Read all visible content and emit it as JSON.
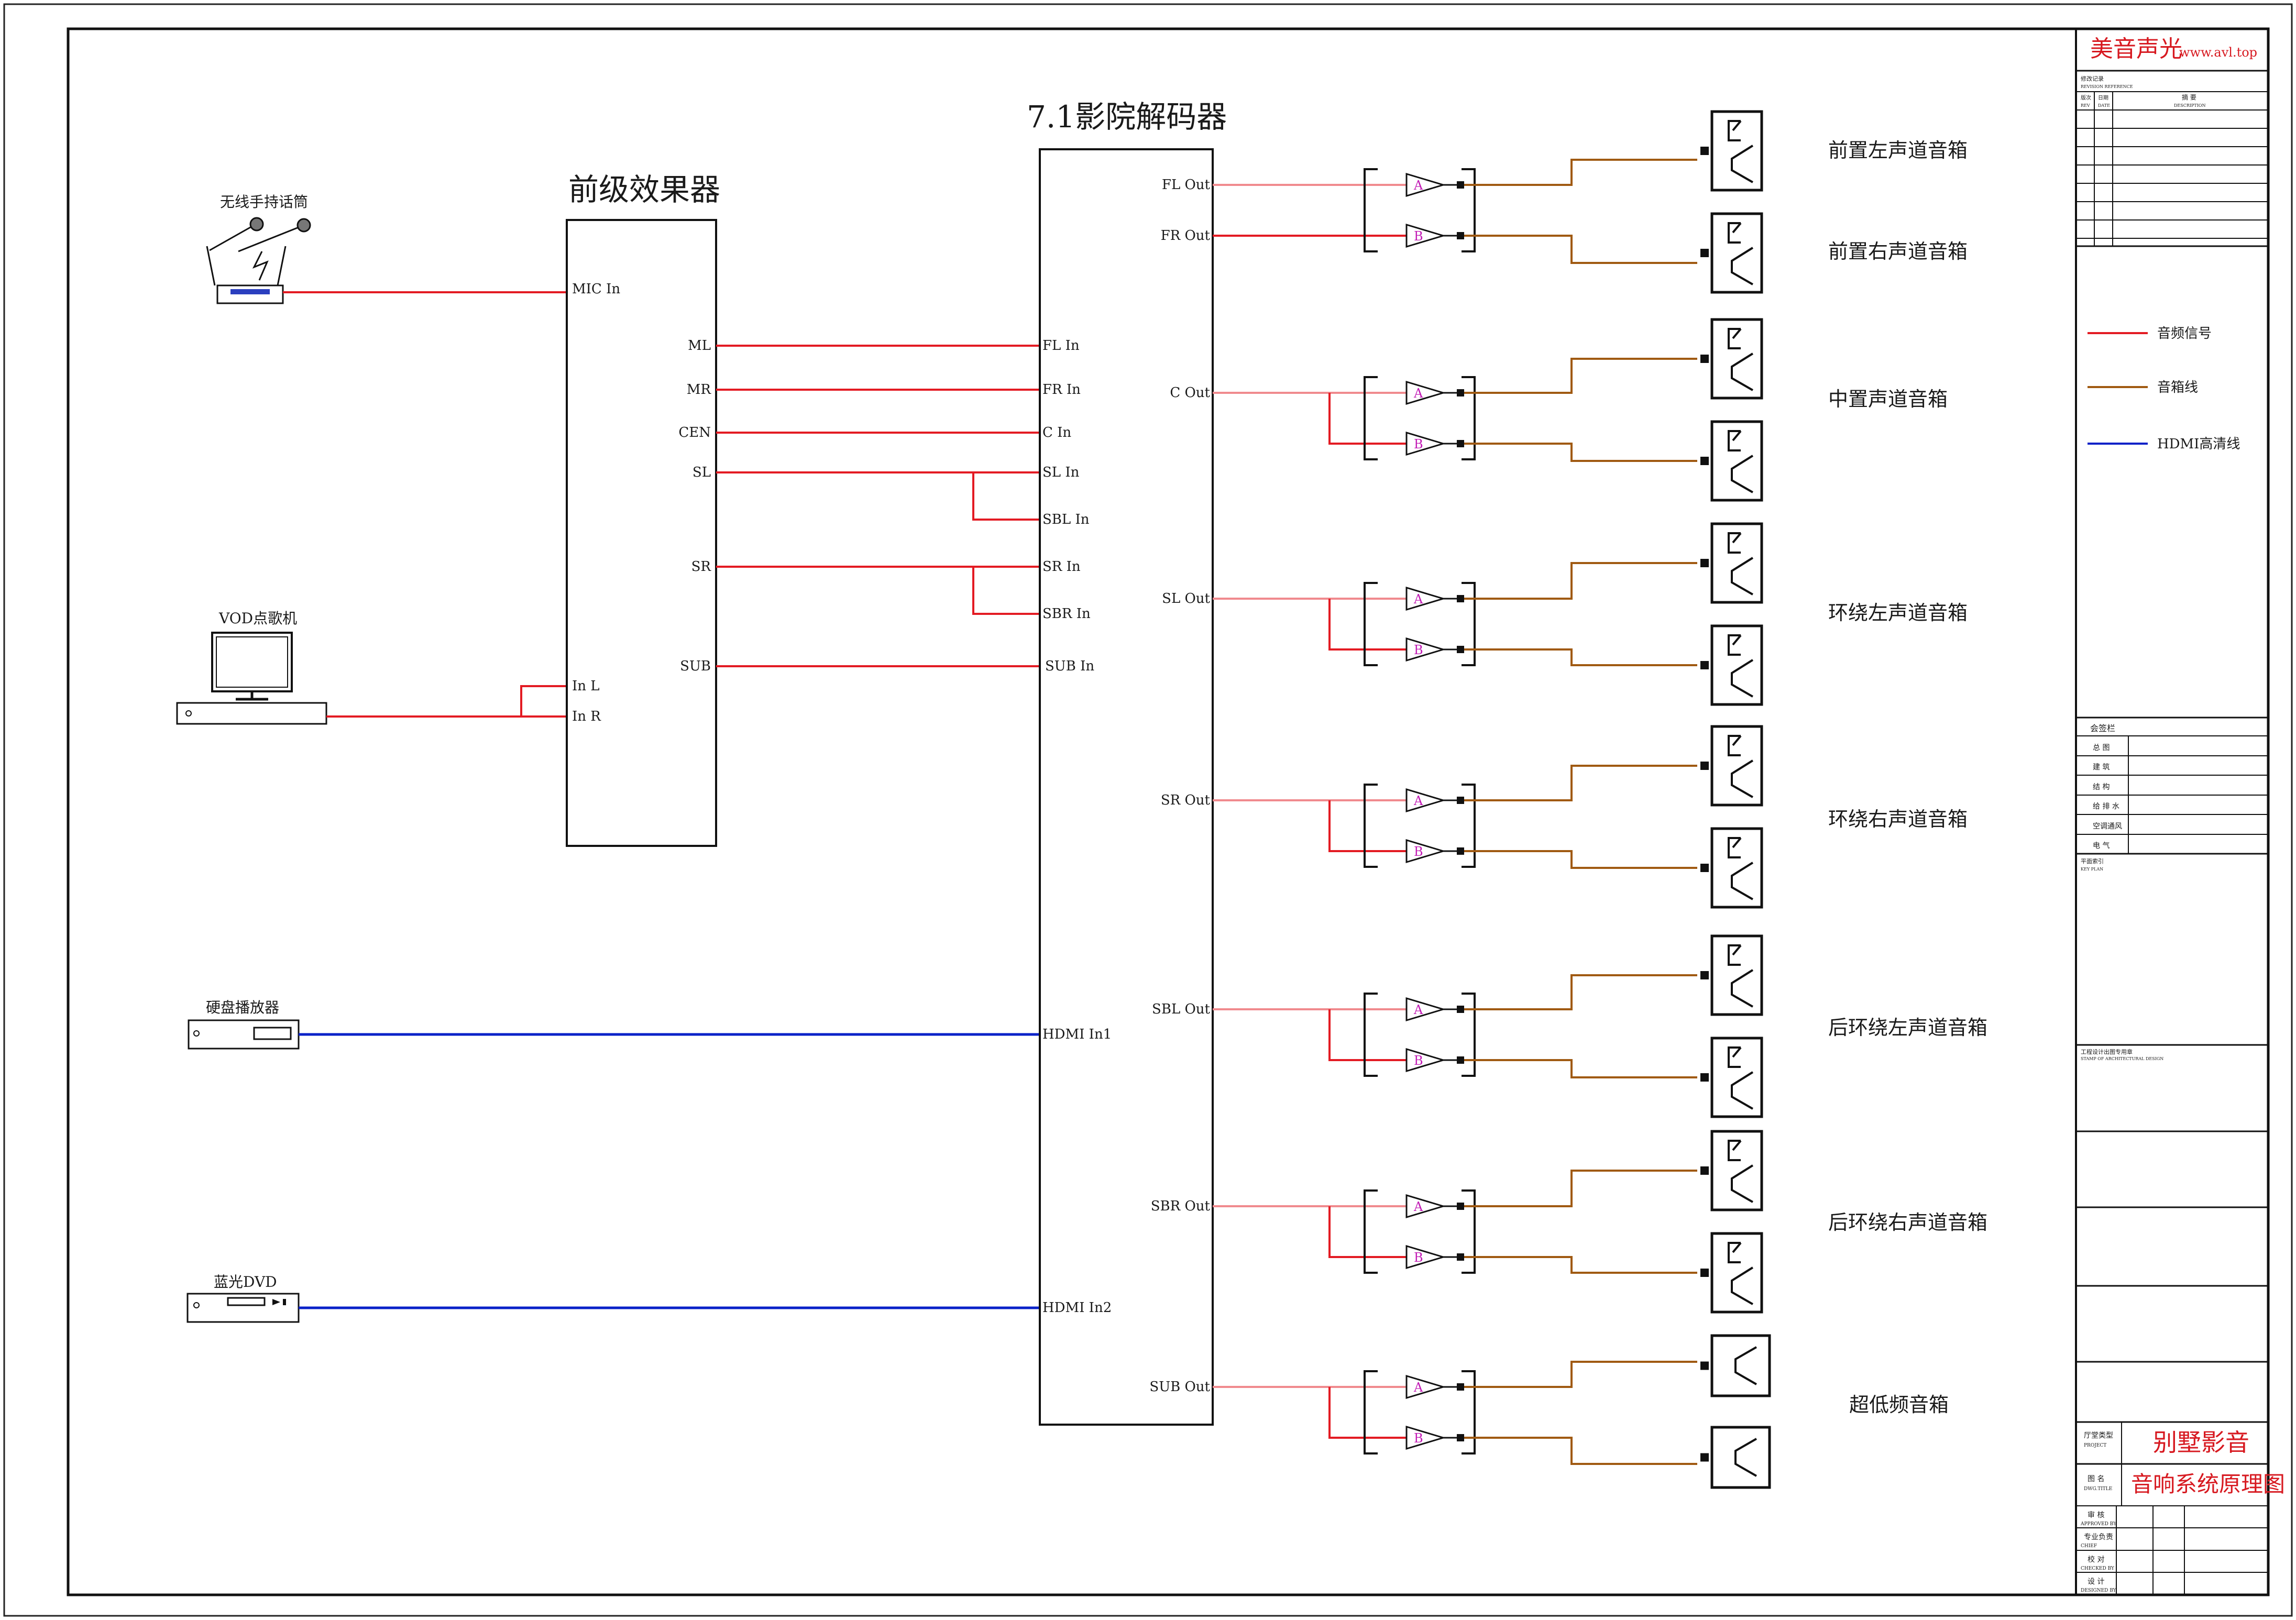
{
  "title_block": {
    "brand": "美音声光",
    "website": "www.avl.top",
    "revision": {
      "title": "修改记录",
      "subtitle": "REVISION REFERENCE",
      "col_rev": "版次",
      "col_rev_en": "REV",
      "col_date": "日期",
      "col_date_en": "DATE",
      "col_desc": "摘 要",
      "col_desc_en": "DESCRIPTION"
    },
    "legend": [
      {
        "label": "音频信号",
        "color": "#e31b23"
      },
      {
        "label": "音箱线",
        "color": "#a05a12"
      },
      {
        "label": "HDMI高清线",
        "color": "#0a22c8"
      }
    ],
    "sign_title": "会签栏",
    "sign_rows": [
      "总 图",
      "建 筑",
      "结 构",
      "给 排 水",
      "空调通风",
      "电 气"
    ],
    "key_plan": "平面索引",
    "key_plan_en": "KEY PLAN",
    "stamp": "工程设计出图专用章",
    "stamp_en": "STAMP OF ARCHITECTURAL DESIGN",
    "project_label": "厅堂类型",
    "project_label_en": "PROJECT",
    "project_value": "别墅影音",
    "dwg_label": "图 名",
    "dwg_label_en": "DWG.TITLE",
    "dwg_value": "音响系统原理图",
    "approval_rows": [
      {
        "label": "审 核",
        "en": "APPROVED BY"
      },
      {
        "label": "专业负责",
        "en": "CHIEF"
      },
      {
        "label": "校 对",
        "en": "CHECKED BY"
      },
      {
        "label": "设 计",
        "en": "DESIGNED BY"
      }
    ]
  },
  "sources": {
    "mic": "无线手持话筒",
    "vod": "VOD点歌机",
    "hdd": "硬盘播放器",
    "bluray": "蓝光DVD"
  },
  "preamp": {
    "title": "前级效果器",
    "mic_in": "MIC In",
    "in_l": "In L",
    "in_r": "In R",
    "outputs": [
      "ML",
      "MR",
      "CEN",
      "SL",
      "SR",
      "SUB"
    ]
  },
  "decoder": {
    "title": "7.1影院解码器",
    "inputs": [
      "FL In",
      "FR In",
      "C In",
      "SL In",
      "SBL In",
      "SR In",
      "SBR In",
      "SUB In"
    ],
    "hdmi_inputs": [
      "HDMI In1",
      "HDMI In2"
    ],
    "outputs": [
      "FL Out",
      "FR Out",
      "C Out",
      "SL Out",
      "SR Out",
      "SBL Out",
      "SBR Out",
      "SUB Out"
    ]
  },
  "amp_labels": [
    "A",
    "B"
  ],
  "speaker_groups": [
    {
      "label": "前置左声道音箱"
    },
    {
      "label": "前置右声道音箱"
    },
    {
      "label": "中置声道音箱"
    },
    {
      "label": "环绕左声道音箱"
    },
    {
      "label": "环绕右声道音箱"
    },
    {
      "label": "后环绕左声道音箱"
    },
    {
      "label": "后环绕右声道音箱"
    },
    {
      "label": "超低频音箱"
    }
  ],
  "colors": {
    "audio": "#e31b23",
    "audio_light": "#f08a8e",
    "speaker": "#a05a12",
    "hdmi": "#0a22c8",
    "amp_letter": "#c21bb5",
    "brand": "#d71920"
  }
}
